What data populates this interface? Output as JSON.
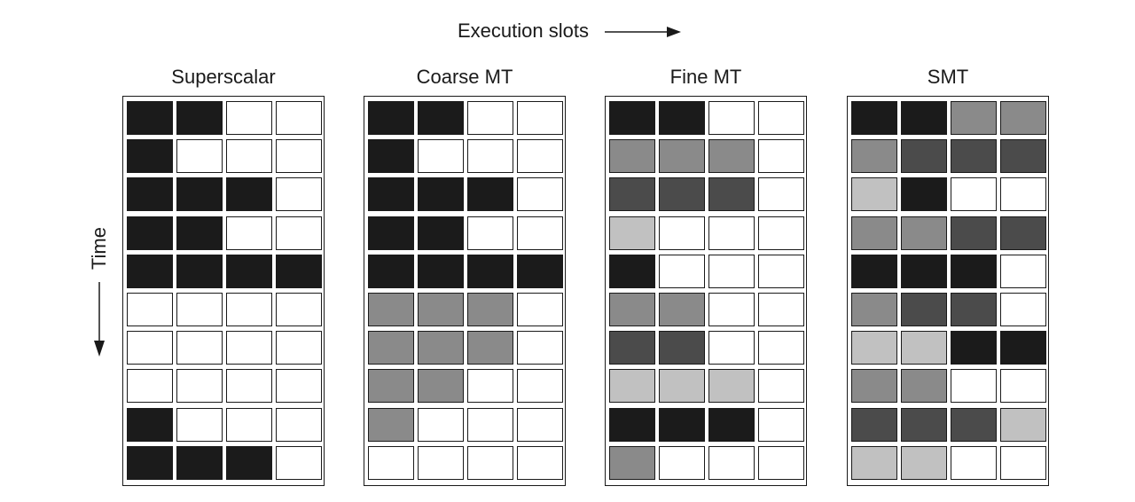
{
  "header": {
    "execution_label": "Execution slots",
    "time_label": "Time"
  },
  "colors": {
    "empty": "#ffffff",
    "thread1": "#1b1b1b",
    "thread2": "#8a8a8a",
    "thread3": "#4b4b4b",
    "thread4": "#c1c1c1"
  },
  "panels": [
    {
      "title": "Superscalar",
      "grid": [
        [
          1,
          1,
          0,
          0
        ],
        [
          1,
          0,
          0,
          0
        ],
        [
          1,
          1,
          1,
          0
        ],
        [
          1,
          1,
          0,
          0
        ],
        [
          1,
          1,
          1,
          1
        ],
        [
          0,
          0,
          0,
          0
        ],
        [
          0,
          0,
          0,
          0
        ],
        [
          0,
          0,
          0,
          0
        ],
        [
          1,
          0,
          0,
          0
        ],
        [
          1,
          1,
          1,
          0
        ]
      ]
    },
    {
      "title": "Coarse MT",
      "grid": [
        [
          1,
          1,
          0,
          0
        ],
        [
          1,
          0,
          0,
          0
        ],
        [
          1,
          1,
          1,
          0
        ],
        [
          1,
          1,
          0,
          0
        ],
        [
          1,
          1,
          1,
          1
        ],
        [
          2,
          2,
          2,
          0
        ],
        [
          2,
          2,
          2,
          0
        ],
        [
          2,
          2,
          0,
          0
        ],
        [
          2,
          0,
          0,
          0
        ],
        [
          0,
          0,
          0,
          0
        ]
      ]
    },
    {
      "title": "Fine MT",
      "grid": [
        [
          1,
          1,
          0,
          0
        ],
        [
          2,
          2,
          2,
          0
        ],
        [
          3,
          3,
          3,
          0
        ],
        [
          4,
          0,
          0,
          0
        ],
        [
          1,
          0,
          0,
          0
        ],
        [
          2,
          2,
          0,
          0
        ],
        [
          3,
          3,
          0,
          0
        ],
        [
          4,
          4,
          4,
          0
        ],
        [
          1,
          1,
          1,
          0
        ],
        [
          2,
          0,
          0,
          0
        ]
      ]
    },
    {
      "title": "SMT",
      "grid": [
        [
          1,
          1,
          2,
          2
        ],
        [
          2,
          3,
          3,
          3
        ],
        [
          4,
          1,
          0,
          0
        ],
        [
          2,
          2,
          3,
          3
        ],
        [
          1,
          1,
          1,
          0
        ],
        [
          2,
          3,
          3,
          0
        ],
        [
          4,
          4,
          1,
          1
        ],
        [
          2,
          2,
          0,
          0
        ],
        [
          3,
          3,
          3,
          4
        ],
        [
          4,
          4,
          0,
          0
        ]
      ]
    }
  ]
}
